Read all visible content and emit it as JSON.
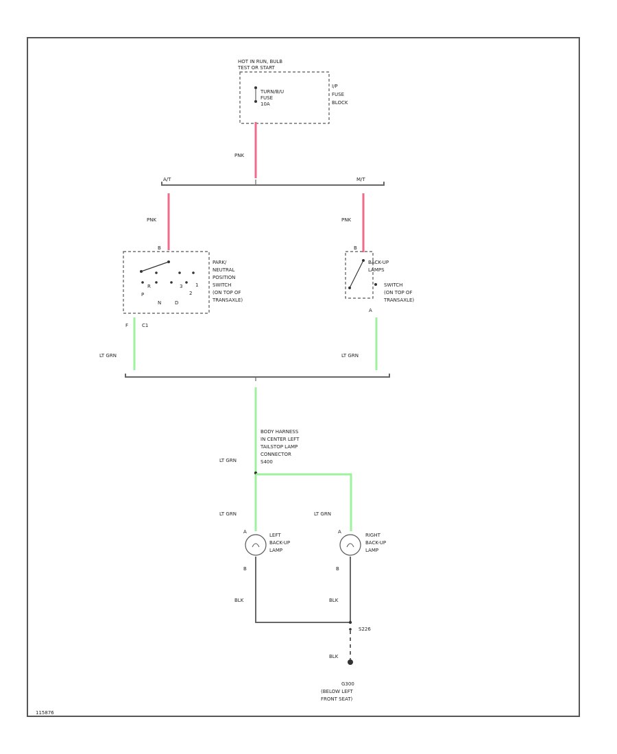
{
  "colors": {
    "pink_wire": "#f06a8a",
    "green_wire": "#9ef19e",
    "gray_wire": "#666666",
    "frame": "#555555"
  },
  "fuse_block": {
    "hot_label_1": "HOT IN RUN, BULB",
    "hot_label_2": "TEST OR START",
    "fuse_line_1": "TURN/B/U",
    "fuse_line_2": "FUSE",
    "fuse_line_3": "10A",
    "block_line_1": "I/P",
    "block_line_2": "FUSE",
    "block_line_3": "BLOCK"
  },
  "wires": {
    "pnk": "PNK",
    "lt_grn": "LT GRN",
    "blk": "BLK"
  },
  "branches": {
    "left": "A/T",
    "right": "M/T"
  },
  "pnp_switch": {
    "line_1": "PARK/",
    "line_2": "NEUTRAL",
    "line_3": "POSITION",
    "line_4": "SWITCH",
    "line_5": "(ON TOP OF",
    "line_6": "TRANSAXLE)",
    "pin_top": "B",
    "pin_f": "F",
    "pin_c": "C1",
    "pos_p": "P",
    "pos_r": "R",
    "pos_n": "N",
    "pos_d": "D",
    "pos_3": "3",
    "pos_2": "2",
    "pos_1": "1"
  },
  "backup_switch": {
    "line_1": "BACK-UP",
    "line_2": "LAMPS",
    "line_3": "SWITCH",
    "line_4": "(ON TOP OF",
    "line_5": "TRANSAXLE)",
    "pin_top": "B",
    "pin_bottom": "A"
  },
  "harness": {
    "line_1": "BODY HARNESS",
    "line_2": "IN CENTER LEFT",
    "line_3": "TAILSTOP LAMP",
    "line_4": "CONNECTOR",
    "line_5": "S400"
  },
  "left_lamp": {
    "line_1": "LEFT",
    "line_2": "BACK-UP",
    "line_3": "LAMP",
    "pin_top": "A",
    "pin_bottom": "B"
  },
  "right_lamp": {
    "line_1": "RIGHT",
    "line_2": "BACK-UP",
    "line_3": "LAMP",
    "pin_top": "A",
    "pin_bottom": "B"
  },
  "splice": "S226",
  "ground": {
    "id": "G300",
    "line_1": "(BELOW LEFT",
    "line_2": "FRONT SEAT)"
  },
  "figure_id": "115876"
}
